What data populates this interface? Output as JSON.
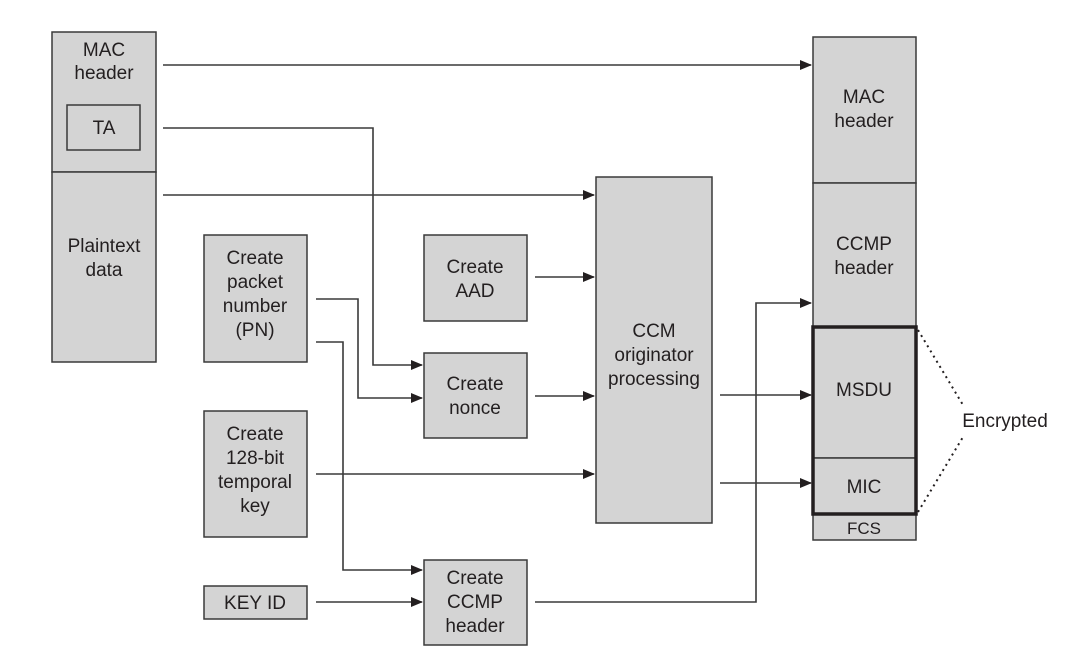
{
  "diagram": {
    "source_frame": {
      "mac_header": [
        "MAC",
        "header"
      ],
      "ta": "TA",
      "plaintext": [
        "Plaintext",
        "data"
      ]
    },
    "inputs": {
      "packet_number": [
        "Create",
        "packet",
        "number",
        "(PN)"
      ],
      "temporal_key": [
        "Create",
        "128-bit",
        "temporal",
        "key"
      ],
      "key_id": "KEY ID"
    },
    "steps": {
      "aad": [
        "Create",
        "AAD"
      ],
      "nonce": [
        "Create",
        "nonce"
      ],
      "ccmp_header": [
        "Create",
        "CCMP",
        "header"
      ],
      "ccm": [
        "CCM",
        "originator",
        "processing"
      ]
    },
    "output_frame": {
      "mac_header": [
        "MAC",
        "header"
      ],
      "ccmp_header": [
        "CCMP",
        "header"
      ],
      "msdu": "MSDU",
      "mic": "MIC",
      "fcs": "FCS"
    },
    "encrypted_label": "Encrypted"
  }
}
